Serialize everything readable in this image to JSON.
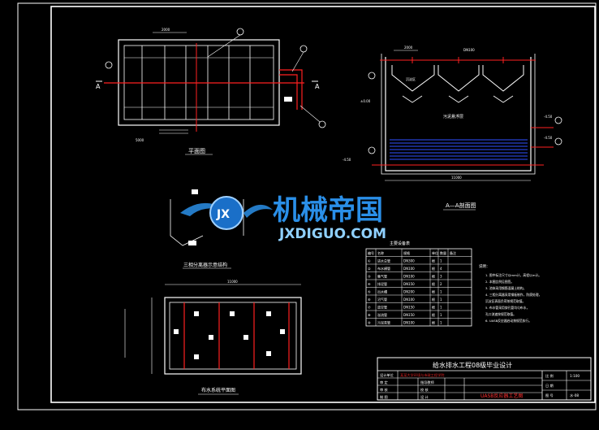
{
  "drawing": {
    "plan_title": "平面图",
    "section_title": "A—A剖面图",
    "three_phase_title": "三相分离器示意结构",
    "water_dist_title": "布水系统平面图",
    "section_mark": "A",
    "labels": {
      "sludge_layer": "污泥悬浮层",
      "gas_chamber": "沉淀区",
      "pipe_dn": "DN100",
      "level_a": "±0.00",
      "level_b": "-4.50",
      "dim_total": "11000",
      "dim_width": "5000",
      "dim_top": "2000"
    }
  },
  "legend_table": {
    "title": "主要设备表",
    "headers": [
      "编号",
      "名称",
      "规格",
      "单位",
      "数量",
      "备注"
    ],
    "rows": [
      [
        "①",
        "进水总管",
        "DN300",
        "根",
        "1",
        ""
      ],
      [
        "②",
        "布水横管",
        "DN100",
        "根",
        "4",
        ""
      ],
      [
        "③",
        "集气管",
        "DN100",
        "根",
        "3",
        ""
      ],
      [
        "④",
        "排泥管",
        "DN150",
        "根",
        "2",
        ""
      ],
      [
        "⑤",
        "出水槽",
        "DN200",
        "根",
        "1",
        ""
      ],
      [
        "⑥",
        "沼气管",
        "DN100",
        "根",
        "1",
        ""
      ],
      [
        "⑦",
        "放空管",
        "DN150",
        "根",
        "1",
        ""
      ],
      [
        "⑧",
        "溢流管",
        "DN150",
        "根",
        "1",
        ""
      ],
      [
        "⑨",
        "污泥泵管",
        "DN100",
        "根",
        "1",
        ""
      ]
    ]
  },
  "notes": {
    "header": "说明：",
    "lines": [
      "1. 图中标注尺寸以mm计，高程以m计。",
      "2. 本图比例见图签。",
      "3. 池体采用钢筋混凝土结构。",
      "4. 三相分离器采用钢板制作，防腐处理，",
      "   沉淀区表面负荷按规范取值。",
      "5. 布水管采用穿孔管均匀布水，",
      "   孔口流速按规范取值。",
      "6. UASB反应器启动按规范执行。"
    ]
  },
  "title_block": {
    "main_title": "给水排水工程08级毕业设计",
    "subtitle": "UASB反应器工艺图",
    "row1": [
      "设计单位",
      "某某大学环境与市政工程学院"
    ],
    "row2": [
      "审 定",
      "",
      "指导教师",
      ""
    ],
    "row3": [
      "审 核",
      "",
      "校 核",
      "",
      "图 号",
      ""
    ],
    "row4": [
      "制 图",
      "",
      "设 计",
      ""
    ],
    "right_cells": [
      "比 例",
      "1:100",
      "日 期",
      "",
      "图 号",
      "水-08"
    ]
  },
  "watermark": {
    "cn": "机械帝国",
    "en": "JXDIGUO.COM",
    "badge": "JX"
  },
  "colors": {
    "line": "#ffffff",
    "red": "#ff2020",
    "blue": "#3a5bff",
    "water": "#3050ff",
    "watermark_blue": "#2a8fe8",
    "title_red": "#d82020"
  }
}
